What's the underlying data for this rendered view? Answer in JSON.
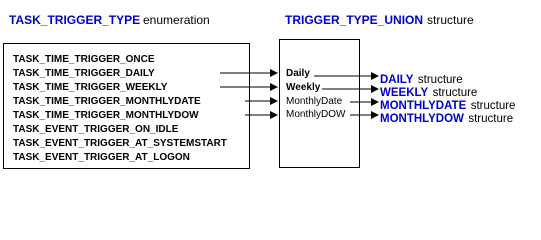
{
  "enum": {
    "title": "TASK_TRIGGER_TYPE",
    "kind": "enumeration",
    "items": [
      "TASK_TIME_TRIGGER_ONCE",
      "TASK_TIME_TRIGGER_DAILY",
      "TASK_TIME_TRIGGER_WEEKLY",
      "TASK_TIME_TRIGGER_MONTHLYDATE",
      "TASK_TIME_TRIGGER_MONTHLYDOW",
      "TASK_EVENT_TRIGGER_ON_IDLE",
      "TASK_EVENT_TRIGGER_AT_SYSTEMSTART",
      "TASK_EVENT_TRIGGER_AT_LOGON"
    ]
  },
  "union": {
    "title": "TRIGGER_TYPE_UNION",
    "kind": "structure",
    "members": [
      "Daily",
      "Weekly",
      "MonthlyDate",
      "MonthlyDOW"
    ]
  },
  "targets": [
    {
      "name": "DAILY",
      "kind": "structure"
    },
    {
      "name": "WEEKLY",
      "kind": "structure"
    },
    {
      "name": "MONTHLYDATE",
      "kind": "structure"
    },
    {
      "name": "MONTHLYDOW",
      "kind": "structure"
    }
  ],
  "colors": {
    "title": "#0000cc",
    "line": "#000000"
  }
}
